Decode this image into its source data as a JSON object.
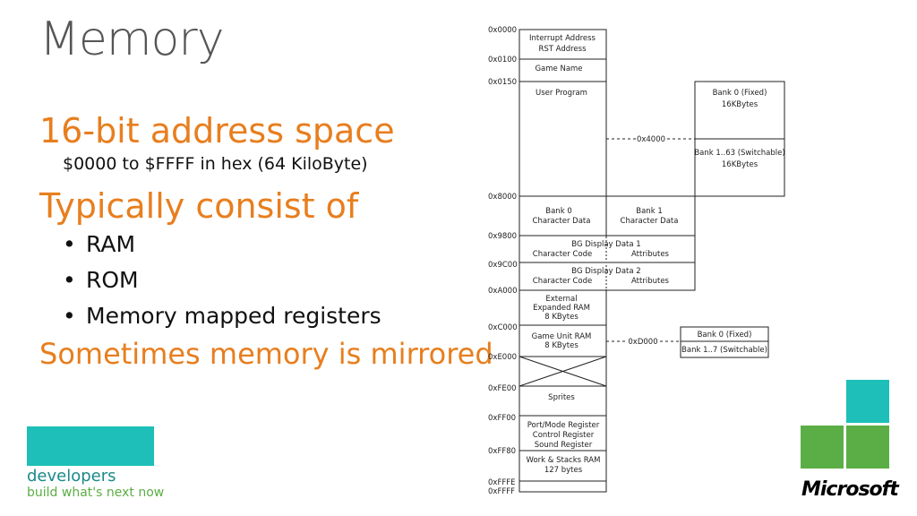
{
  "slide": {
    "title": "Memory",
    "heading1": "16-bit address space",
    "sub1": "$0000 to $FFFF in hex (64 KiloByte)",
    "heading2": "Typically consist of",
    "bullets": [
      "RAM",
      "ROM",
      "Memory mapped registers"
    ],
    "heading3": "Sometimes memory is mirrored"
  },
  "branding": {
    "developers": "developers",
    "tagline": "build what's next now",
    "microsoft": "Microsoft"
  },
  "colors": {
    "orange": "#E87E1E",
    "teal": "#1DBFB8",
    "green": "#5BAE45"
  },
  "memory_map": {
    "addresses": [
      "0x0000",
      "0x0100",
      "0x0150",
      "0x8000",
      "0x9800",
      "0x9C00",
      "0xA000",
      "0xC000",
      "0xE000",
      "0xFE00",
      "0xFF00",
      "0xFF80",
      "0xFFFE",
      "0xFFFF"
    ],
    "main_blocks": {
      "interrupt": [
        "Interrupt Address",
        "RST Address"
      ],
      "game_name": "Game Name",
      "user_program": "User Program",
      "bank0_char": [
        "Bank 0",
        "Character Data"
      ],
      "bank1_char": [
        "Bank 1",
        "Character Data"
      ],
      "bg1": [
        "BG Display Data 1",
        "Character Code",
        "Attributes"
      ],
      "bg2": [
        "BG Display Data 2",
        "Character Code",
        "Attributes"
      ],
      "external": [
        "External",
        "Expanded RAM",
        "8 KBytes"
      ],
      "game_unit_ram": [
        "Game Unit RAM",
        "8 KBytes"
      ],
      "sprites": "Sprites",
      "ports": [
        "Port/Mode Register",
        "Control Register",
        "Sound Register"
      ],
      "work_stack": [
        "Work & Stacks RAM",
        "127 bytes"
      ]
    },
    "rom_banks": {
      "bank0": [
        "Bank 0 (Fixed)",
        "16KBytes"
      ],
      "bank1": [
        "Bank 1..63 (Switchable)",
        "16KBytes"
      ],
      "split": "0x4000"
    },
    "ram_banks": {
      "bank0": "Bank 0 (Fixed)",
      "bank1": "Bank 1..7 (Switchable)",
      "split": "0xD000"
    }
  }
}
